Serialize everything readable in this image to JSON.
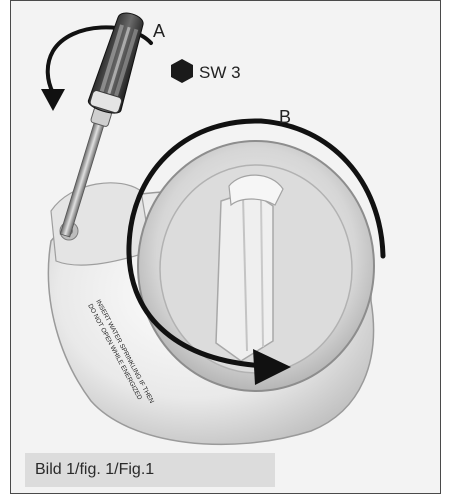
{
  "figure": {
    "label_a": "A",
    "label_b": "B",
    "wrench_size": "SW 3",
    "caption": "Bild 1/fig. 1/Fig.1",
    "warning_line_1": "INSERT WATER SPRINKLING IF THEN",
    "warning_line_2": "DO NOT OPEN WHILE ENERGIZED"
  },
  "colors": {
    "frame_border": "#4a4a4a",
    "caption_background": "#dcdcdc",
    "arrow": "#111111",
    "hex_icon": "#1a1a1a"
  }
}
